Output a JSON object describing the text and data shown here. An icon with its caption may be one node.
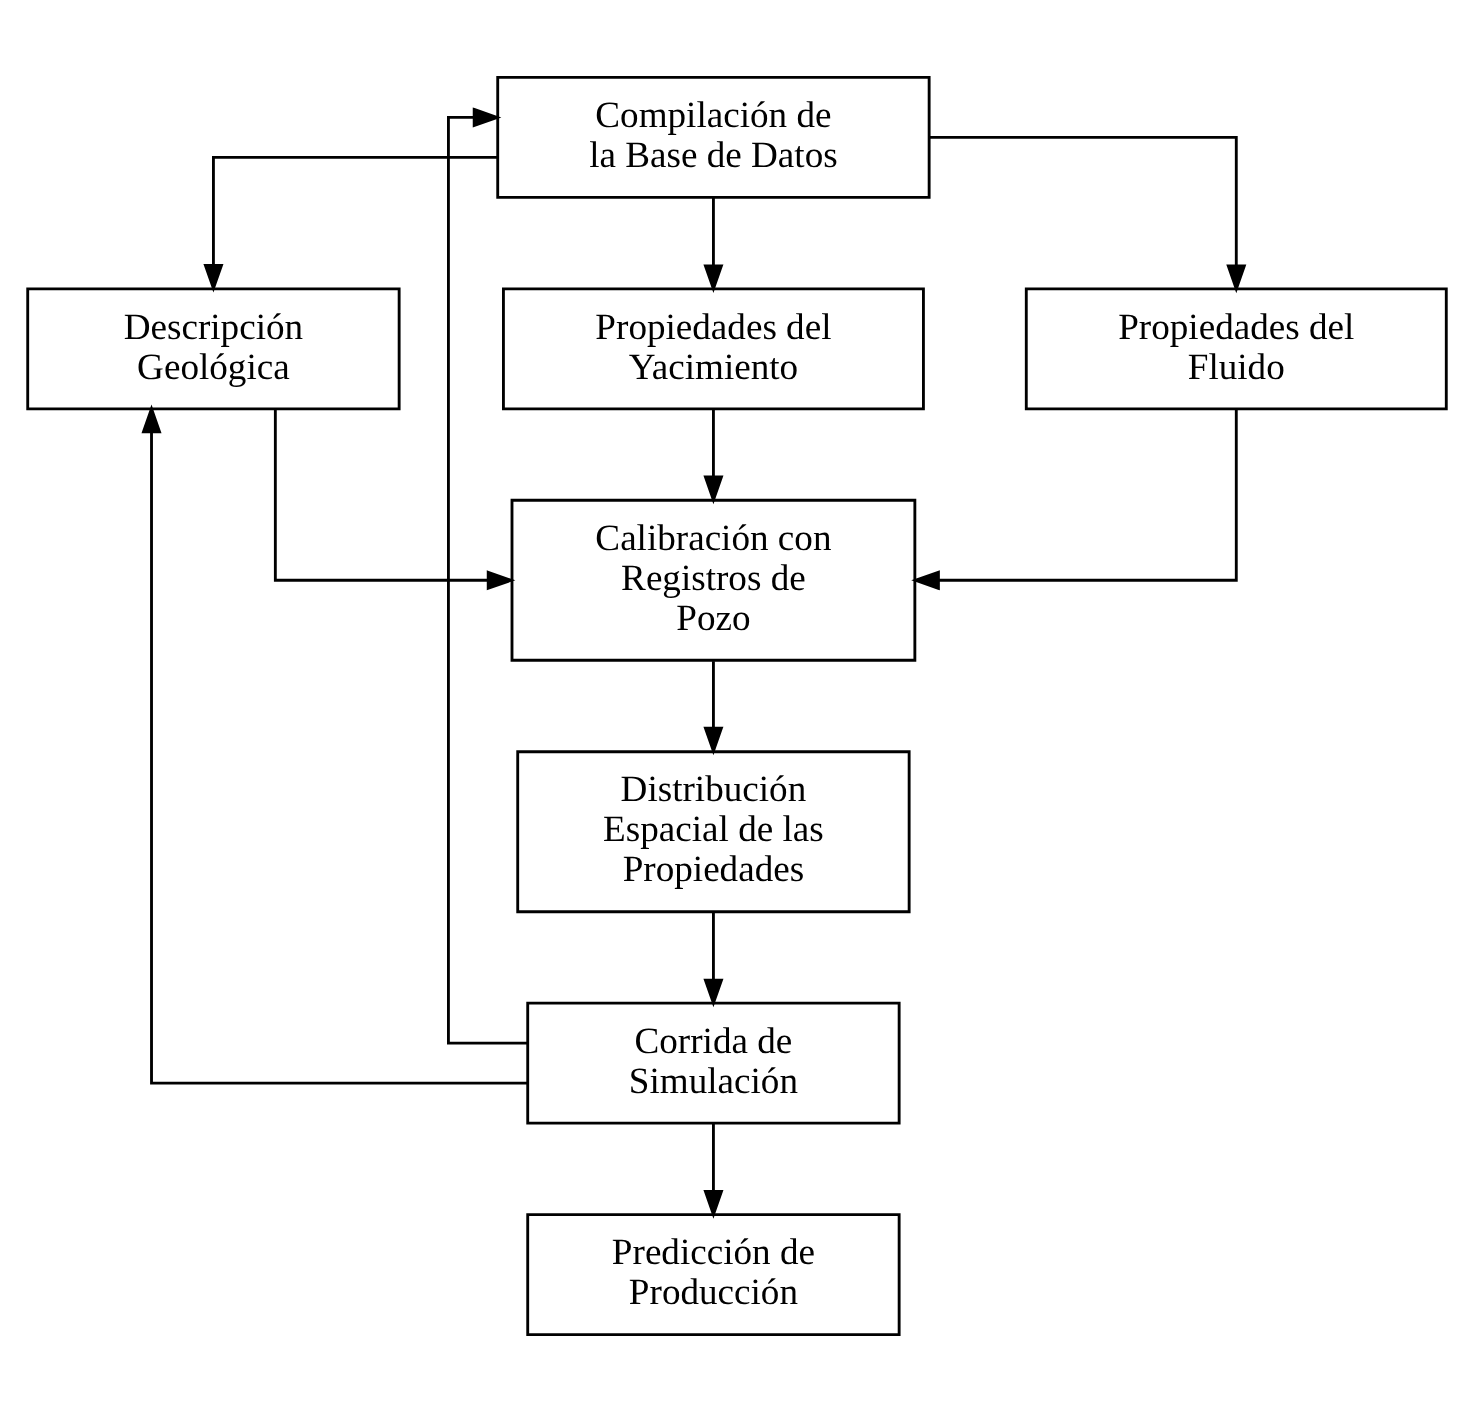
{
  "diagram": {
    "nodes": [
      {
        "text": [
          "Compilación de la Base de Datos"
        ]
      },
      {
        "text": [
          "Descripción Geológica"
        ]
      },
      {
        "text": [
          "Propiedades del Yacimiento"
        ]
      },
      {
        "text": [
          "Propiedades del Fluido"
        ]
      },
      {
        "text": [
          "Calibración con Registros de Pozo"
        ]
      },
      {
        "text": [
          "Distribución Espacial de las Propiedades"
        ]
      },
      {
        "text": [
          "Corrida de Simulación"
        ]
      },
      {
        "text": [
          "Predicción de Producción"
        ]
      }
    ],
    "edges": [
      {
        "from": 0,
        "to": 1,
        "arrow": "to"
      },
      {
        "from": 0,
        "to": 2,
        "arrow": "to"
      },
      {
        "from": 0,
        "to": 3,
        "arrow": "to"
      },
      {
        "from": 1,
        "to": 4,
        "arrow": "to"
      },
      {
        "from": 2,
        "to": 4,
        "arrow": "to"
      },
      {
        "from": 3,
        "to": 4,
        "arrow": "to"
      },
      {
        "from": 4,
        "to": 5,
        "arrow": "to"
      },
      {
        "from": 5,
        "to": 6,
        "arrow": "to"
      },
      {
        "from": 6,
        "to": 7,
        "arrow": "to"
      },
      {
        "from": 6,
        "to": 0,
        "arrow": "to"
      },
      {
        "from": 6,
        "to": 1,
        "arrow": "to"
      }
    ]
  }
}
